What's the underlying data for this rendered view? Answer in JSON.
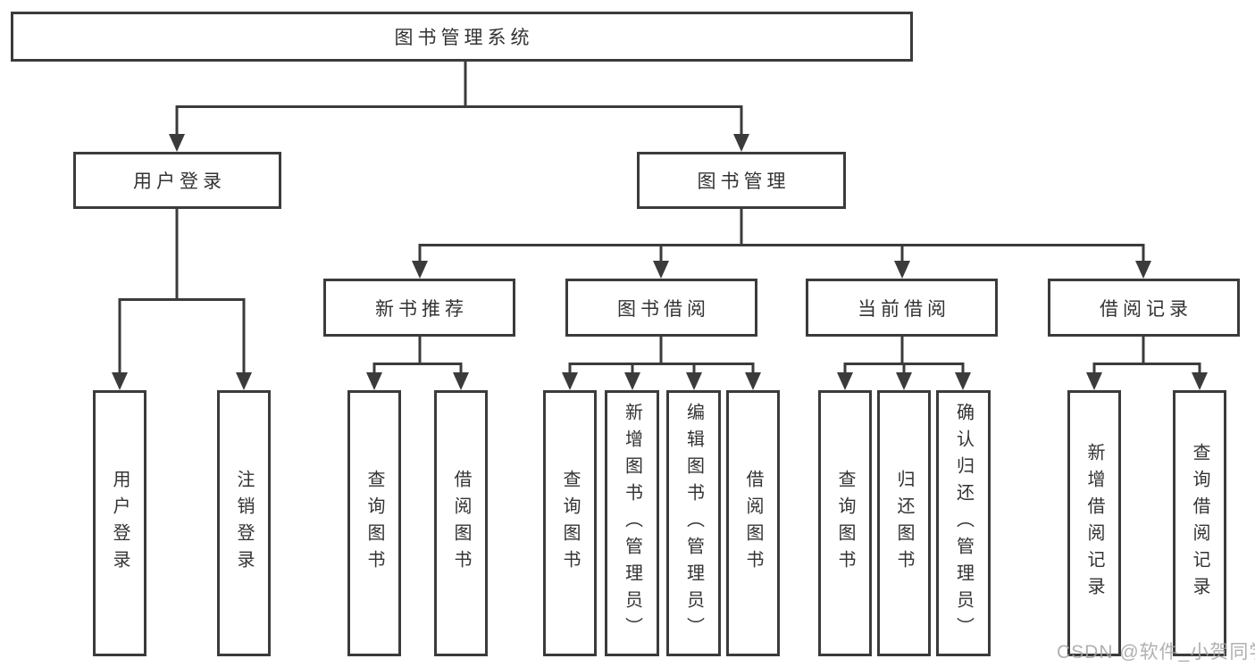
{
  "diagram": {
    "root": {
      "label": "图书管理系统"
    },
    "branches": [
      {
        "label": "用户登录",
        "children": [
          {
            "label": "用户登录"
          },
          {
            "label": "注销登录"
          }
        ]
      },
      {
        "label": "图书管理",
        "children": [
          {
            "label": "新书推荐",
            "children": [
              {
                "label": "查询图书"
              },
              {
                "label": "借阅图书"
              }
            ]
          },
          {
            "label": "图书借阅",
            "children": [
              {
                "label": "查询图书"
              },
              {
                "label": "新增图书（管理员）"
              },
              {
                "label": "编辑图书（管理员）"
              },
              {
                "label": "借阅图书"
              }
            ]
          },
          {
            "label": "当前借阅",
            "children": [
              {
                "label": "查询图书"
              },
              {
                "label": "归还图书"
              },
              {
                "label": "确认归还（管理员）"
              }
            ]
          },
          {
            "label": "借阅记录",
            "children": [
              {
                "label": "新增借阅记录"
              },
              {
                "label": "查询借阅记录"
              }
            ]
          }
        ]
      }
    ]
  },
  "watermark": {
    "text": "CSDN @软件_小贺同学"
  },
  "colors": {
    "line": "#3b3b3b",
    "text": "#333333",
    "watermark": "#a3a3a3",
    "background": "#ffffff"
  }
}
